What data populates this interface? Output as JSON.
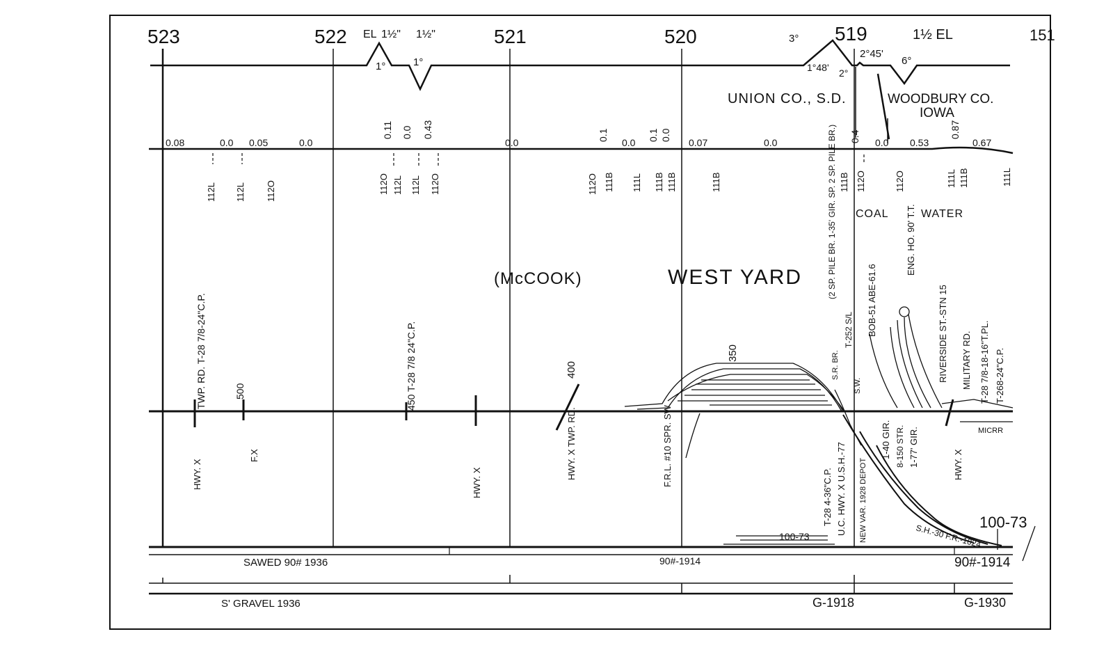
{
  "mileposts": [
    {
      "label": "523"
    },
    {
      "label": "522"
    },
    {
      "label": "521"
    },
    {
      "label": "520"
    },
    {
      "label": "519"
    },
    {
      "label": "151"
    }
  ],
  "curve_labels": [
    "EL",
    "1½\"",
    "1½\"",
    "1°",
    "1°",
    "3°",
    "1°48'",
    "2°",
    "2°45'",
    "6°",
    "1½ EL"
  ],
  "county_line": {
    "left": "UNION CO., S.D.",
    "right": "WOODBURY CO.",
    "right_sub": "IOWA"
  },
  "grades": [
    "0.08",
    "0.0",
    "0.05",
    "0.0",
    "0.11",
    "0.0",
    "0.43",
    "0.0",
    "0.1",
    "0.0",
    "0.1",
    "0.0",
    "0.07",
    "0.0",
    "0.4",
    "0.0",
    "0.53",
    "0.87",
    "0.67"
  ],
  "rail_weights": [
    "112L",
    "112L",
    "112O",
    "112O",
    "112L",
    "112L",
    "112O",
    "112O",
    "111B",
    "111L",
    "111B",
    "111B",
    "111B",
    "111B",
    "112O",
    "112O",
    "111L",
    "111B",
    "111L"
  ],
  "stations": {
    "mccook": "(McCOOK)",
    "west_yard": "WEST YARD",
    "coal": "COAL",
    "water": "WATER"
  },
  "structures": [
    "TWP. RD. T-28 7/8-24\"C.P.",
    "450 T-28 7/8 24\"C.P.",
    "(2 SP. PILE BR. 1-35' GIR. SP. 2 SP. PILE BR.)",
    "T-252 S/L",
    "BOB-51 ABE-61.6",
    "ENG. HO. 90' T.T.",
    "RIVERSIDE ST.-STN 15",
    "MILITARY RD.",
    "T-28 7/8-18-16\"T.PL.",
    "T-268-24\"C.P."
  ],
  "crossings": [
    "HWY. X",
    "F.X",
    "HWY. X",
    "HWY. X TWP. RD.",
    "F.R.L. #10 SPR. SW.",
    "T-28 4-36\"C.P.",
    "U.C. HWY. X U.S.H.-77",
    "NEW VAR. 1928 DEPOT",
    "1-40 GIR.",
    "1-77' GIR.",
    "8-150 STR.",
    "HWY. X",
    "MICRR"
  ],
  "siding_labels": [
    "500",
    "400",
    "350",
    "100-73",
    "100-73",
    "S.R. BR.",
    "S.W.",
    "S.H.-30 F.R.-1024"
  ],
  "rail_section": {
    "left": "SAWED 90# 1936",
    "middle": "90#-1914",
    "right": "90#-1914"
  },
  "ballast_section": {
    "left": "S' GRAVEL 1936",
    "middle": "G-1918",
    "right": "G-1930"
  },
  "colors": {
    "ink": "#111111",
    "paper": "#ffffff"
  }
}
